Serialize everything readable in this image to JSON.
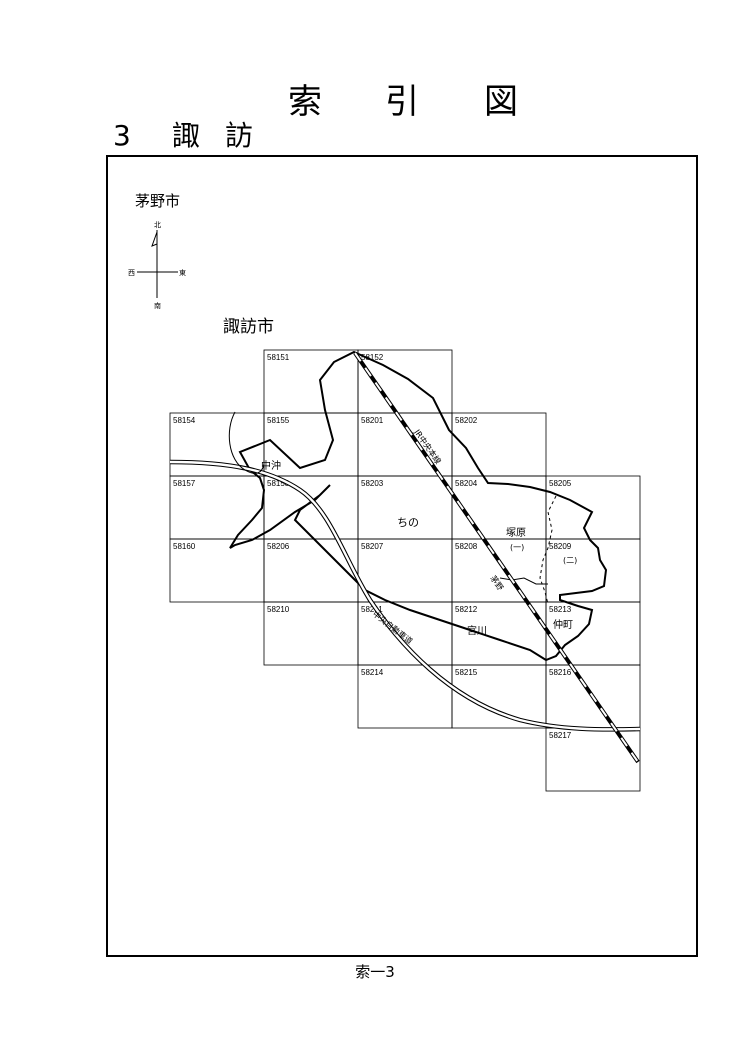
{
  "title": {
    "chars": [
      "索",
      "引",
      "図"
    ]
  },
  "chapter": {
    "number": "3",
    "name_chars": [
      "諏",
      "訪"
    ]
  },
  "map": {
    "city_label": "茅野市",
    "compass": {
      "north": "北",
      "south": "南",
      "east": "東",
      "west": "西"
    },
    "region_label": "諏訪市",
    "sheets": [
      "58151",
      "58152",
      "58154",
      "58155",
      "58201",
      "58202",
      "58157",
      "58158",
      "58203",
      "58204",
      "58205",
      "58160",
      "58206",
      "58207",
      "58208",
      "58209",
      "58210",
      "58211",
      "58212",
      "58213",
      "58214",
      "58215",
      "58216",
      "58217"
    ],
    "place_labels": {
      "nakaoki": "中沖",
      "chino": "ちの",
      "tsukahara": "塚原",
      "tsukahara_1": "(一)",
      "tsukahara_2": "(二)",
      "miyagawa": "宮川",
      "nakamachi": "仲町",
      "rail": "JR中央本線",
      "highway": "中央自動車道",
      "station": "茅野"
    },
    "colors": {
      "line": "#000000",
      "background": "#ffffff"
    }
  },
  "footer": {
    "page_label": "索一3"
  }
}
